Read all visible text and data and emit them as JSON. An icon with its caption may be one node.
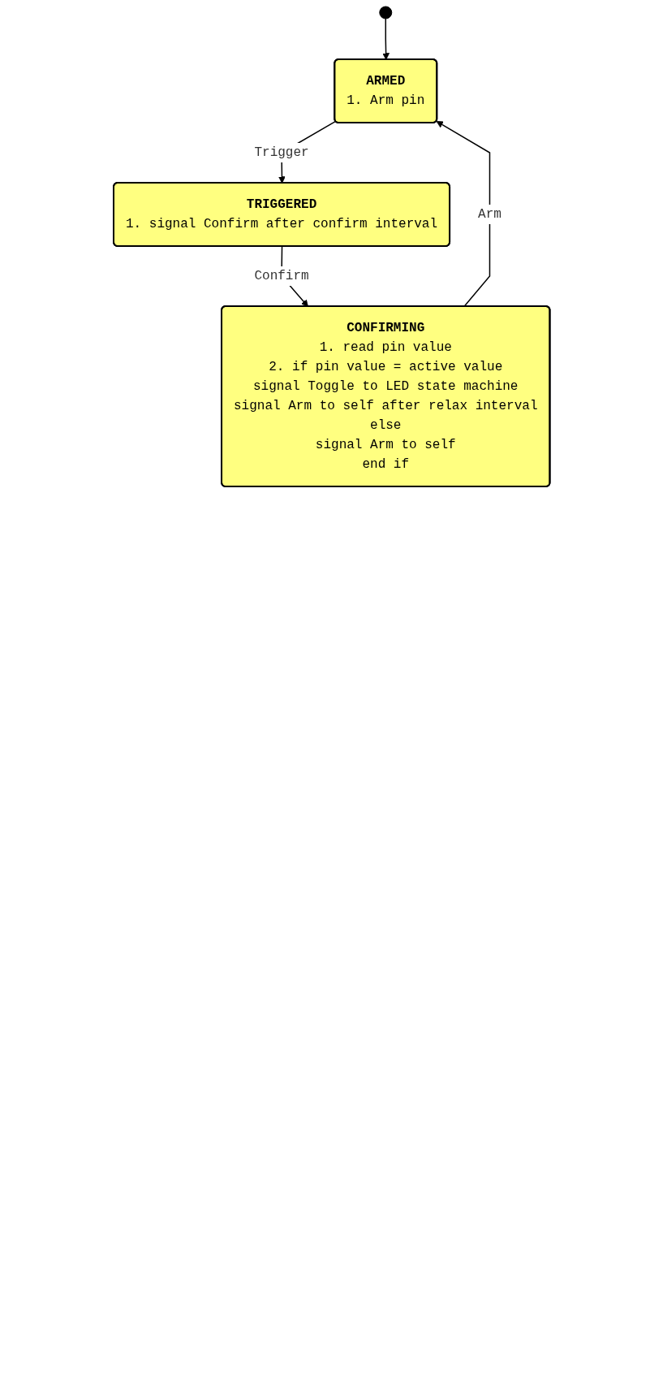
{
  "diagram": {
    "nodes": [
      {
        "text": [],
        "shape": "circle"
      },
      {
        "text": [
          "ARMED",
          "1. Arm pin"
        ]
      },
      {
        "text": [
          "TRIGGERED",
          "1. signal Confirm after confirm interval"
        ]
      },
      {
        "text": [
          "CONFIRMING",
          "1. read pin value",
          "2. if pin value = active value",
          "signal Toggle to LED state machine",
          "signal Arm to self after relax interval",
          "else",
          "signal Arm to self",
          "end if"
        ]
      }
    ],
    "edges": [
      {
        "from": 0,
        "to": 1,
        "arrow": "to"
      },
      {
        "from": 1,
        "to": 2,
        "arrow": "to",
        "label": "Trigger"
      },
      {
        "from": 2,
        "to": 3,
        "arrow": "to",
        "label": "Confirm"
      },
      {
        "from": 3,
        "to": 1,
        "arrow": "to",
        "label": "Arm"
      }
    ]
  }
}
